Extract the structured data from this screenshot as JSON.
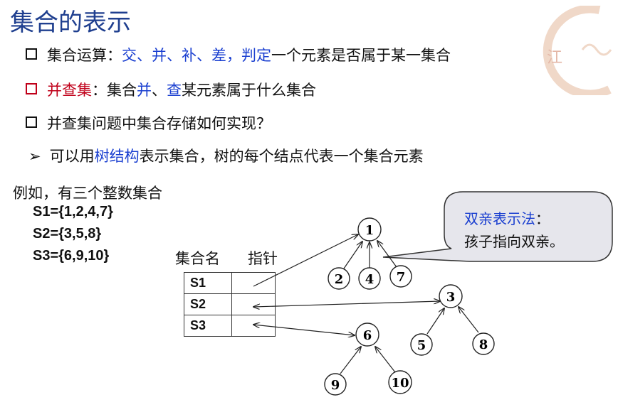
{
  "title": "集合的表示",
  "bullets": {
    "b1": {
      "a": "集合运算：",
      "ops": "交、并、补、差，判定",
      "b": "一个元素是否属于某一集合"
    },
    "b2": {
      "name": "并查集",
      "colon": "：集合",
      "union": "并",
      "sep": "、",
      "find": "查",
      "rest": "某元素属于什么集合"
    },
    "b3": "并查集问题中集合存储如何实现？",
    "b4": {
      "arrow": "➢",
      "a": "可以用",
      "tree": "树结构",
      "b": "表示集合，树的每个结点代表一个集合元素"
    }
  },
  "example": {
    "intro": "例如，有三个整数集合",
    "s1": "S1={1,2,4,7}",
    "s2": "S2={3,5,8}",
    "s3": "S3={6,9,10}"
  },
  "table": {
    "header_name": "集合名",
    "header_ptr": "指针",
    "rows": [
      "S1",
      "S2",
      "S3"
    ]
  },
  "tree_nodes": [
    "1",
    "2",
    "4",
    "7",
    "3",
    "5",
    "8",
    "6",
    "9",
    "10"
  ],
  "callout": {
    "line1": "双亲表示法",
    "colon": "：",
    "line2": "孩子指向双亲。"
  },
  "colors": {
    "title": "#1f3f8f",
    "accent_red": "#c0001a",
    "accent_blue": "#1a3fd0",
    "callout_fill": "#e6e6ec"
  }
}
